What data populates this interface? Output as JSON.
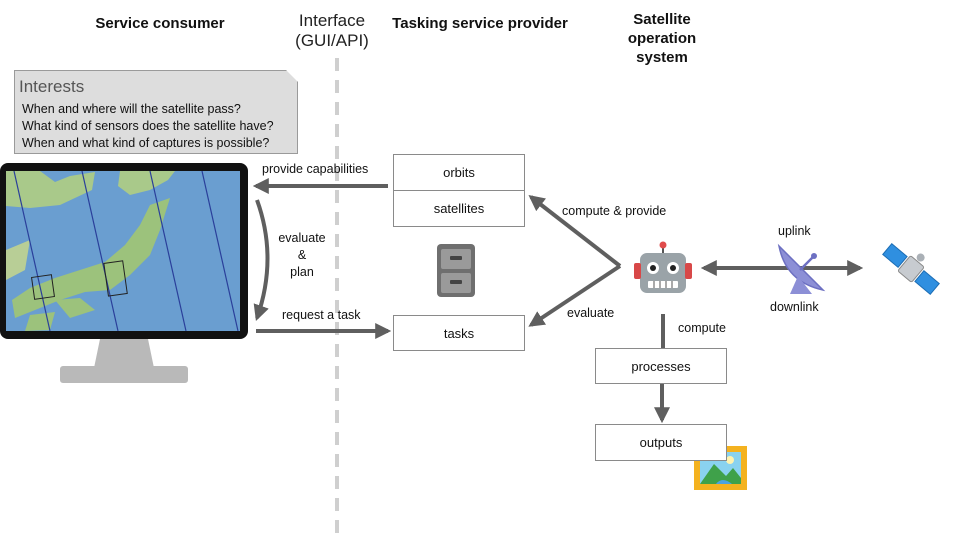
{
  "headers": {
    "consumer": "Service consumer",
    "interface_line1": "Interface",
    "interface_line2": "(GUI/API)",
    "provider": "Tasking service provider",
    "satellite_line1": "Satellite",
    "satellite_line2": "operation",
    "satellite_line3": "system"
  },
  "interests": {
    "title": "Interests",
    "questions": [
      "When and where will the satellite pass?",
      "What kind of sensors does the satellite have?",
      "When and what kind of captures is possible?"
    ]
  },
  "boxes": {
    "orbits": "orbits",
    "satellites": "satellites",
    "tasks": "tasks",
    "processes": "processes",
    "outputs": "outputs"
  },
  "flow_labels": {
    "provide_capabilities": "provide capabilities",
    "evaluate_plan_1": "evaluate",
    "evaluate_plan_2": "&",
    "evaluate_plan_3": "plan",
    "request_task": "request a task",
    "compute_provide": "compute & provide",
    "evaluate": "evaluate",
    "uplink": "uplink",
    "downlink": "downlink",
    "compute": "compute"
  },
  "icons": [
    "monitor-map-icon",
    "file-cabinet-icon",
    "robot-icon",
    "satellite-dish-icon",
    "satellite-icon",
    "image-icon"
  ],
  "colors": {
    "arrow": "#5f5f5f",
    "interface_divider": "#cfcfcf",
    "interests_bg": "#dddddd",
    "screen_ocean": "#6a9ed0",
    "land": "#9cc27c"
  }
}
